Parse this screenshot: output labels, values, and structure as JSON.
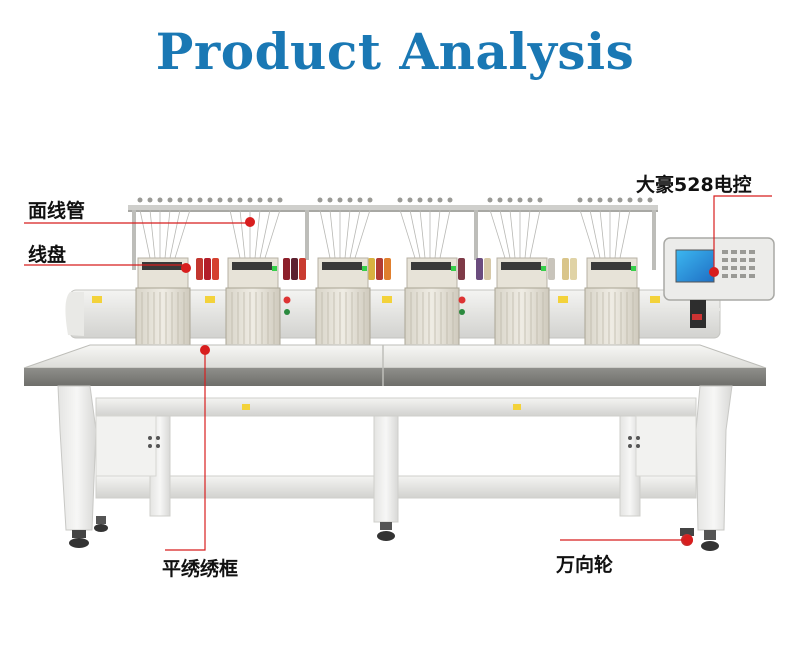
{
  "title": "Product Analysis",
  "callouts": {
    "thread_tube": "面线管",
    "bobbin": "线盘",
    "controller": "大豪528电控",
    "flat_frame": "平绣绣框",
    "caster": "万向轮"
  },
  "colors": {
    "title": "#1a78b4",
    "callout": "#d81e1e",
    "machine_body": "#f1f1ef",
    "table_top": "#8c8c88"
  }
}
